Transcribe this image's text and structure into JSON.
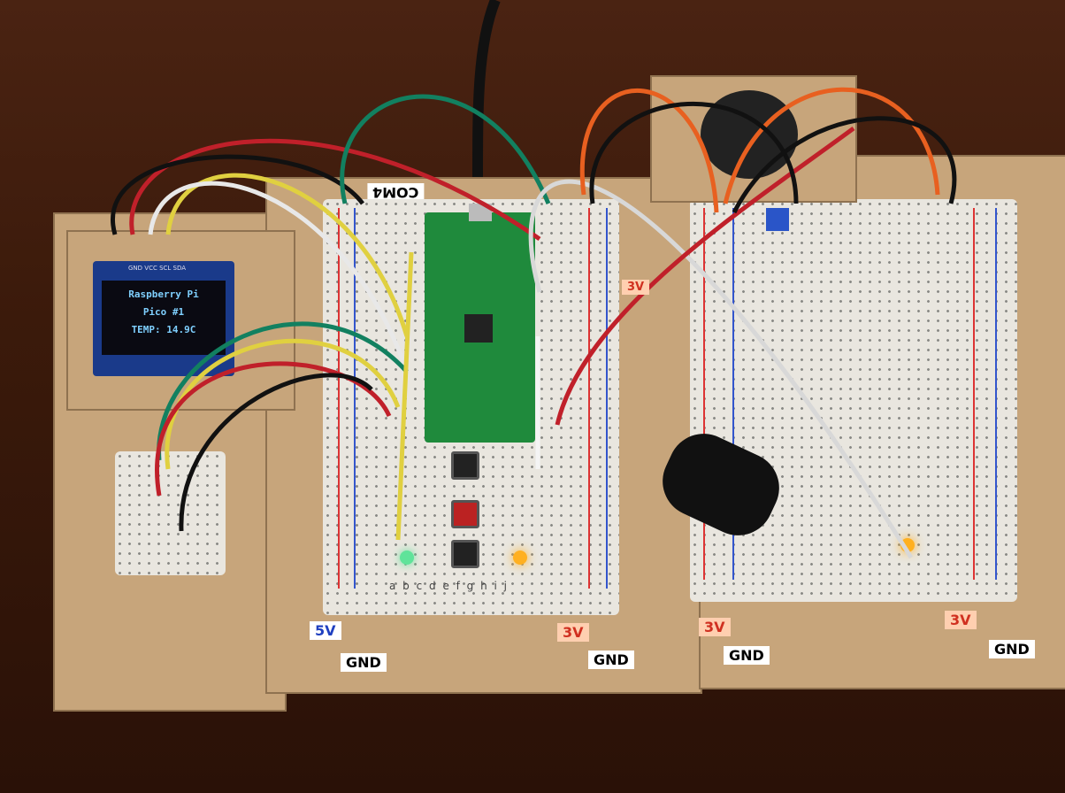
{
  "oled": {
    "pin_header": "GND VCC SCL SDA",
    "line1": "Raspberry Pi",
    "line2": "Pico #1",
    "line3": "TEMP: 14.9C"
  },
  "labels": {
    "com": "COM4",
    "v5": "5V",
    "v3_left": "3V",
    "v3_rail": "3V",
    "v3_mid": "3V",
    "v3_right": "3V",
    "gnd_1": "GND",
    "gnd_2": "GND",
    "gnd_3": "GND",
    "gnd_4": "GND"
  },
  "breadboard_columns": "a b c d e   f g h i j",
  "colors": {
    "wood": "#3b1a0b",
    "cardboard": "#c7a57b",
    "pico": "#1f8a3c",
    "led_green": "#5fe39a",
    "led_yellow": "#ffb020"
  }
}
